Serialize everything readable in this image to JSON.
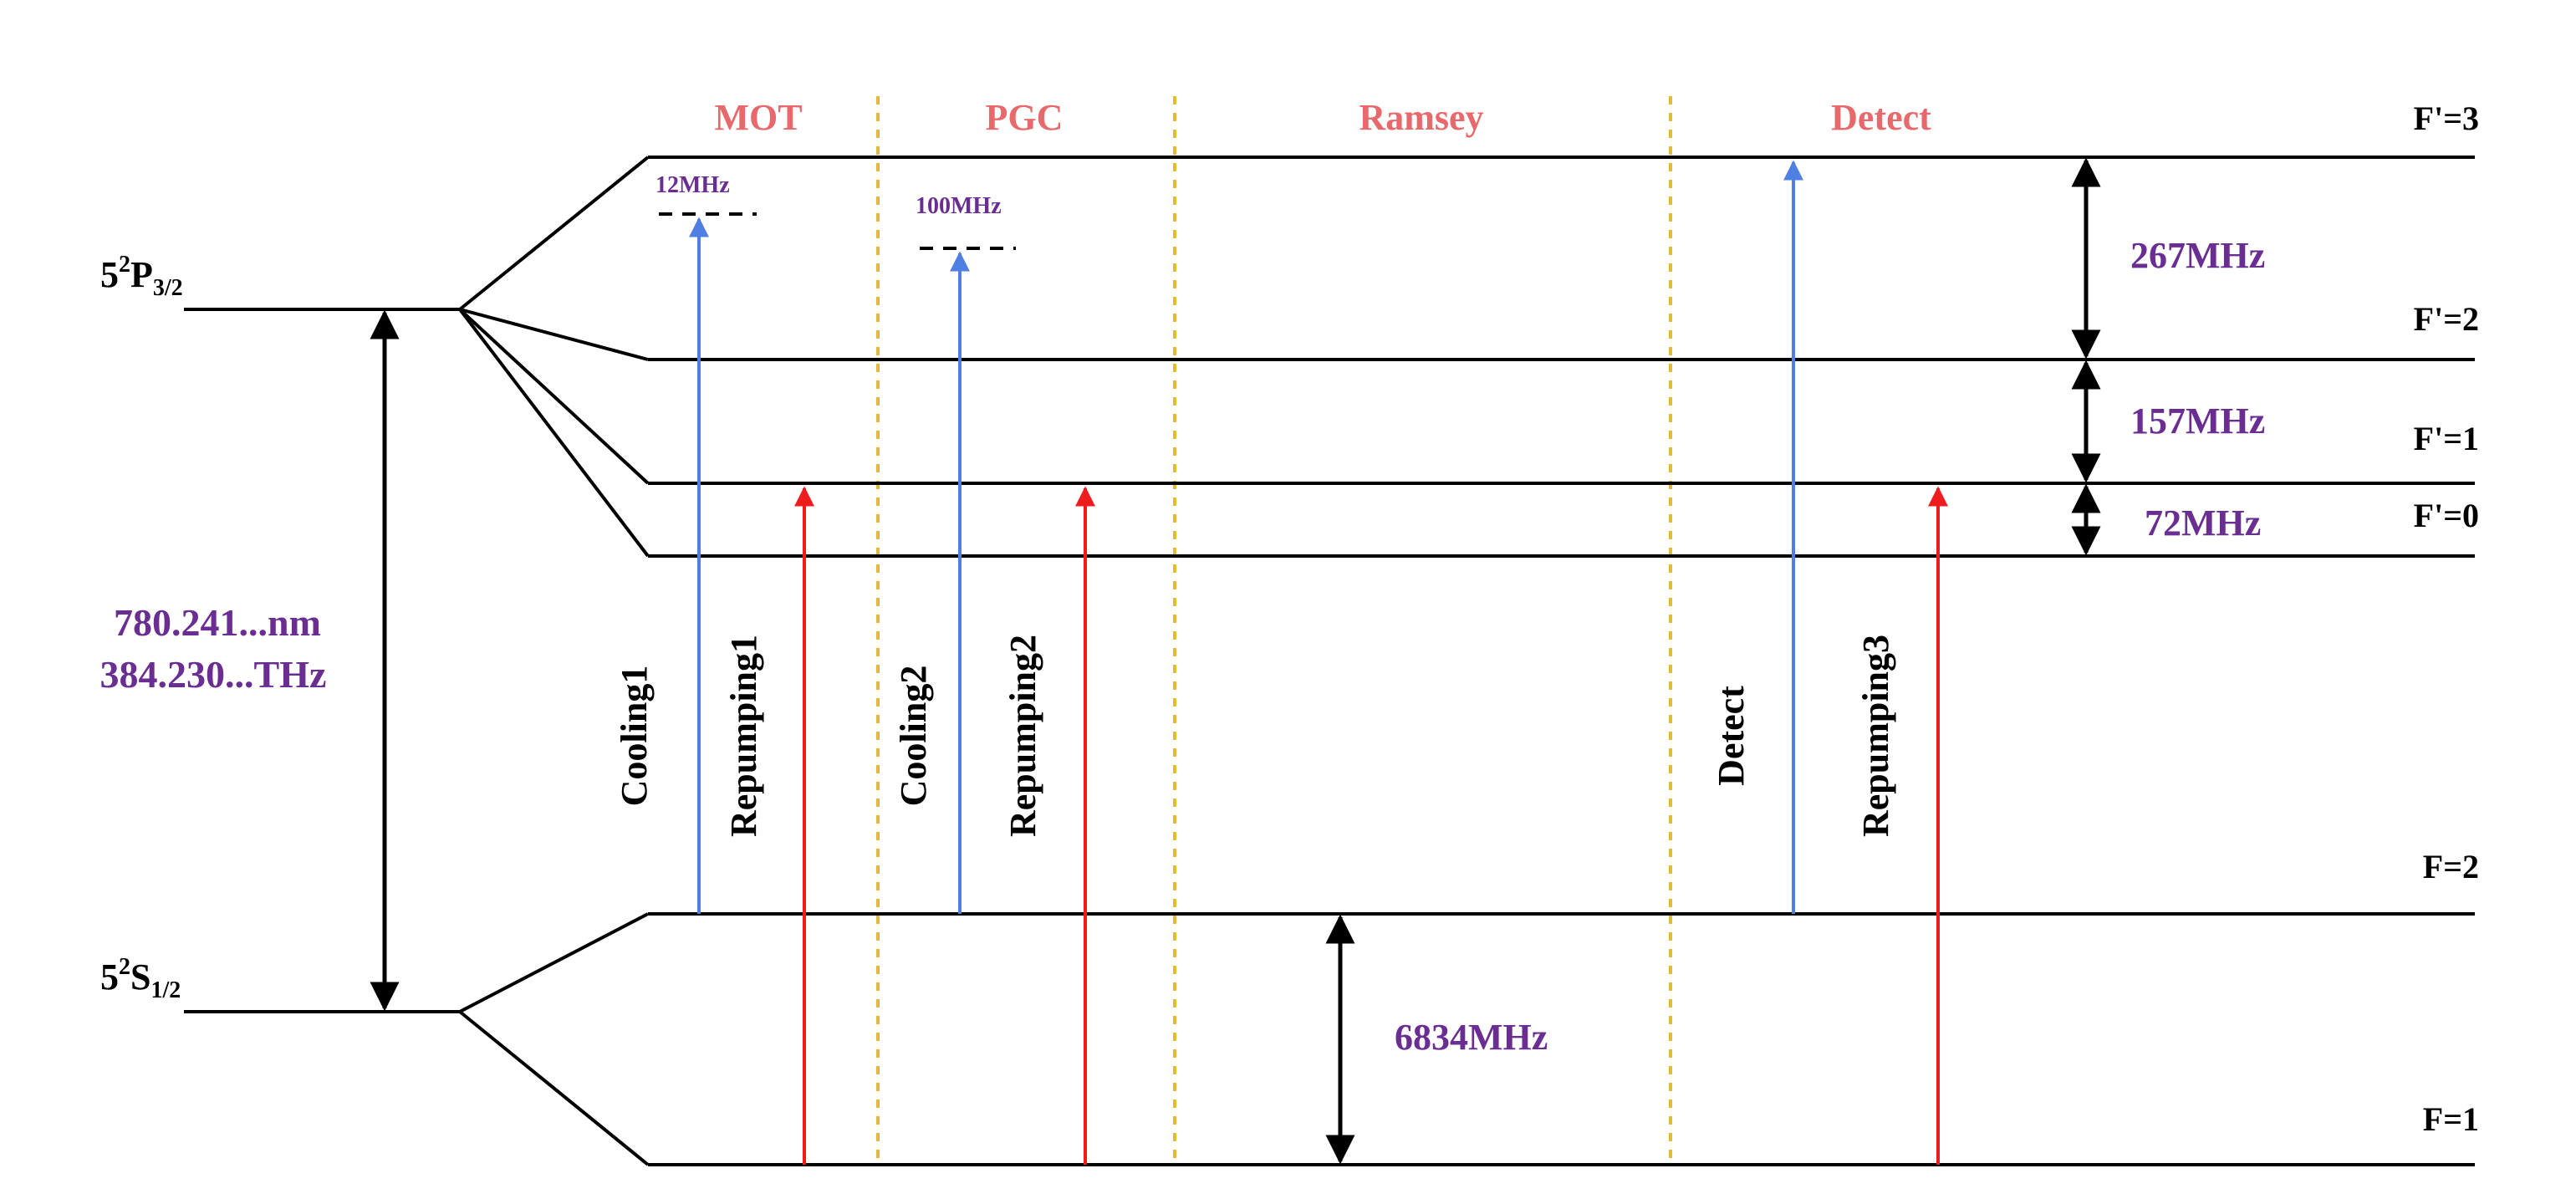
{
  "phases": {
    "mot": "MOT",
    "pgc": "PGC",
    "ramsey": "Ramsey",
    "detect": "Detect"
  },
  "states": {
    "p32": {
      "base": "5",
      "sup": "2",
      "letter": "P",
      "sub": "3/2"
    },
    "s12": {
      "base": "5",
      "sup": "2",
      "letter": "S",
      "sub": "1/2"
    }
  },
  "levels": {
    "fp3": "F'=3",
    "fp2": "F'=2",
    "fp1": "F'=1",
    "fp0": "F'=0",
    "f2": "F=2",
    "f1": "F=1"
  },
  "splittings": {
    "fp3_fp2": "267MHz",
    "fp2_fp1": "157MHz",
    "fp1_fp0": "72MHz",
    "ground": "6834MHz"
  },
  "transition": {
    "wavelength": "780.241...nm",
    "frequency": "384.230...THz"
  },
  "detunings": {
    "mot": "12MHz",
    "pgc": "100MHz"
  },
  "beams": {
    "cooling1": "Cooling1",
    "repumping1": "Repumping1",
    "cooling2": "Cooling2",
    "repumping2": "Repumping2",
    "detect": "Detect",
    "repumping3": "Repumping3"
  },
  "colors": {
    "phase_label": "#e8696b",
    "value_label": "#6a2d91",
    "cooling_beam": "#4f7fe0",
    "repump_beam": "#ee1c1c",
    "divider": "#e2b93b",
    "line": "#000000"
  }
}
